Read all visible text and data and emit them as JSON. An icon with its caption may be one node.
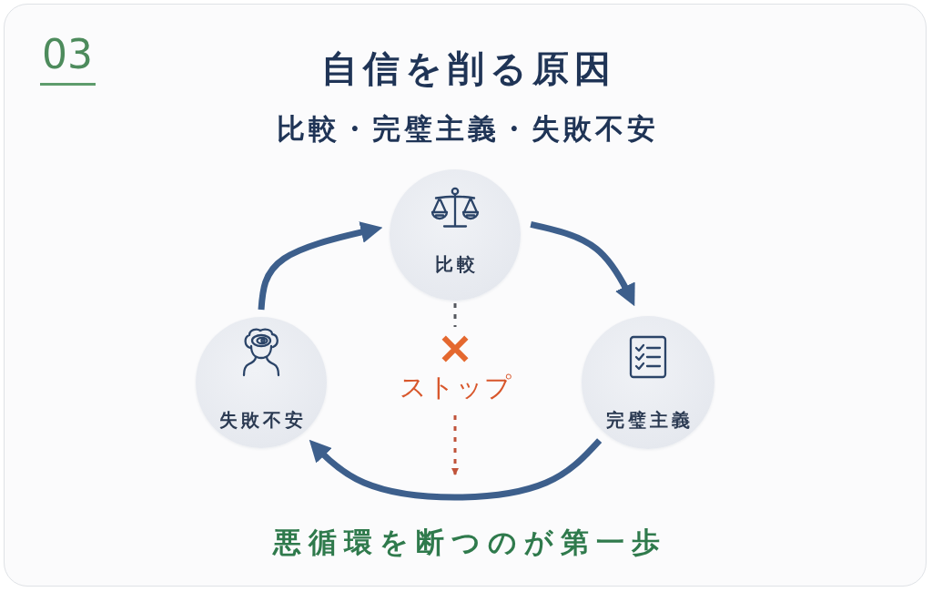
{
  "diagram": {
    "title": "自信を削る原因",
    "caption": "悪循環を断つのが第一歩",
    "nodes": [
      {
        "text": [
          "比較"
        ]
      },
      {
        "text": [
          "完璧主義"
        ]
      },
      {
        "text": [
          "失敗不安"
        ]
      },
      {
        "text": [
          "ストップ"
        ]
      }
    ],
    "edges": [
      {
        "from": 2,
        "to": 0,
        "arrow": "to"
      },
      {
        "from": 0,
        "to": 1,
        "arrow": "to"
      },
      {
        "from": 1,
        "to": 2,
        "arrow": "to"
      },
      {
        "from": 0,
        "to": 3,
        "arrow": "none",
        "style": "dashed",
        "color": "#55585e"
      },
      {
        "from": 3,
        "to": null,
        "arrow": "to",
        "style": "dashed",
        "color": "#c0533a"
      }
    ],
    "labels": [
      "03",
      "比較・完璧主義・失敗不安"
    ]
  }
}
